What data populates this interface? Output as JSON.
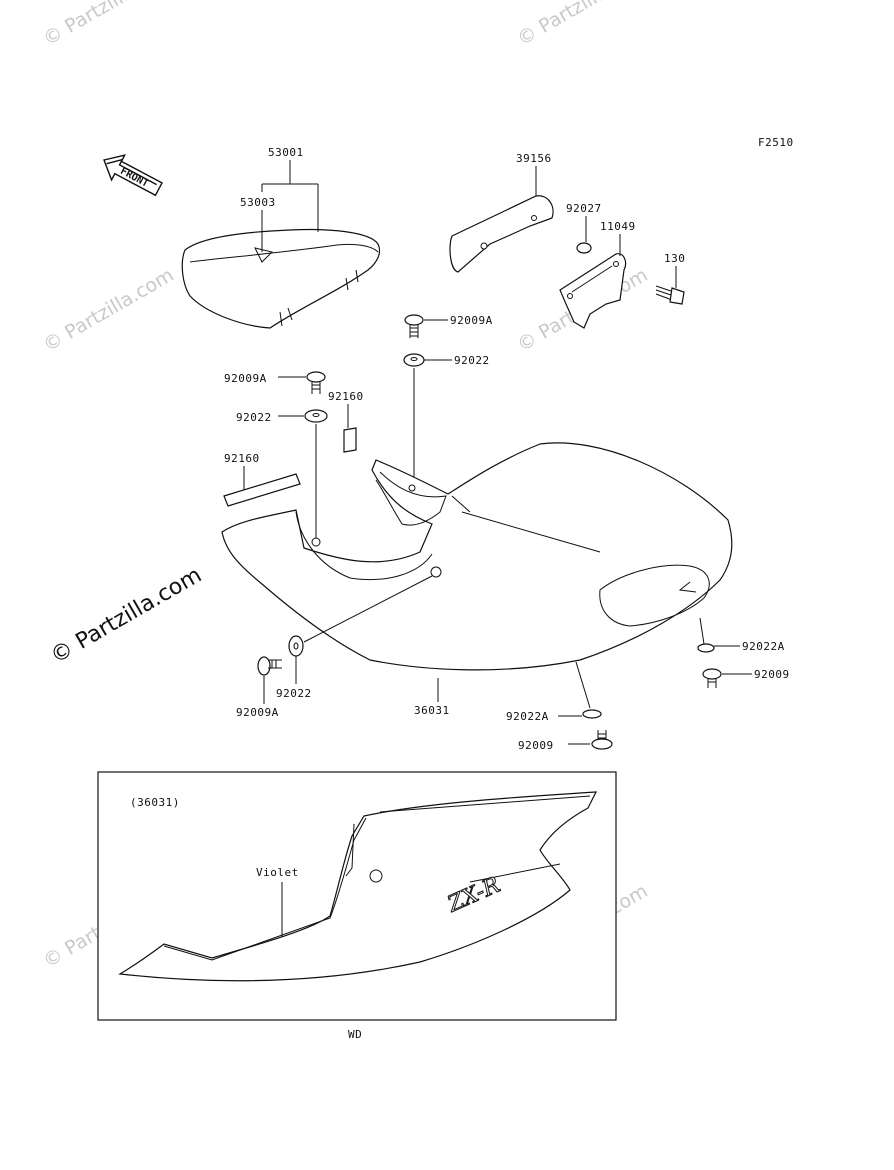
{
  "diagram_code": "F2510",
  "front_arrow_label": "FRONT",
  "inset": {
    "ref_label": "(36031)",
    "color_label": "Violet",
    "decal_text": "ZX-R"
  },
  "footer_code": "WD",
  "watermark": {
    "small": "© Partzilla.com",
    "large": "© Partzilla.com"
  },
  "callouts": {
    "c53001": "53001",
    "c53003": "53003",
    "c39156": "39156",
    "c92027": "92027",
    "c11049": "11049",
    "c130": "130",
    "c92009A_top": "92009A",
    "c92022_top": "92022",
    "c92009A_left": "92009A",
    "c92160_a": "92160",
    "c92022_left": "92022",
    "c92160_b": "92160",
    "c92022A_right": "92022A",
    "c92009_right": "92009",
    "c92009A_bottom": "92009A",
    "c92022_bottom": "92022",
    "c36031": "36031",
    "c92022A_bottom": "92022A",
    "c92009_bottom": "92009"
  }
}
